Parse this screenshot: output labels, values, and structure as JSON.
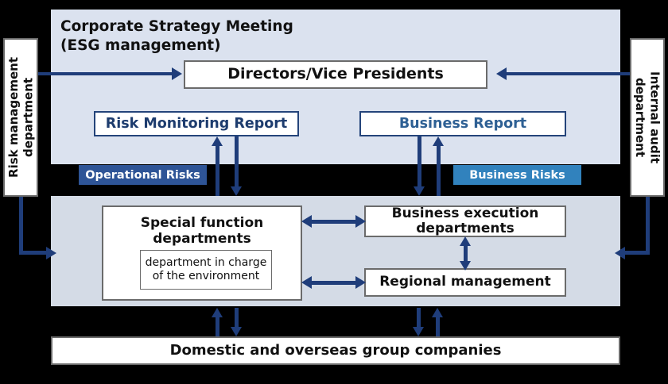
{
  "diagram": {
    "title": "Corporate Strategy Meeting\n(ESG management)",
    "panels": {
      "top_label": "corporate-strategy-meeting-panel",
      "middle_label": "execution-panel"
    },
    "side_boxes": {
      "left": "Risk management\ndepartment",
      "right": "Internal audit\ndepartment"
    },
    "boxes": {
      "directors": "Directors/Vice Presidents",
      "risk_monitoring_report": "Risk Monitoring Report",
      "business_report": "Business Report",
      "special_function": "Special function\ndepartments",
      "environment_department": "department in charge\nof the environment",
      "business_execution": "Business execution\ndepartments",
      "regional_management": "Regional management",
      "group_companies": "Domestic and overseas group companies"
    },
    "badges": {
      "operational_risks": "Operational Risks",
      "business_risks": "Business Risks"
    },
    "colors": {
      "panel_top": "#dbe2ef",
      "panel_middle": "#d4dbe6",
      "arrow": "#1f3d7a",
      "operational_badge": "#2e5496",
      "business_badge": "#3182bd",
      "risk_report_text": "#1d3c6e",
      "business_report_text": "#2e6094",
      "background": "#000000"
    }
  }
}
